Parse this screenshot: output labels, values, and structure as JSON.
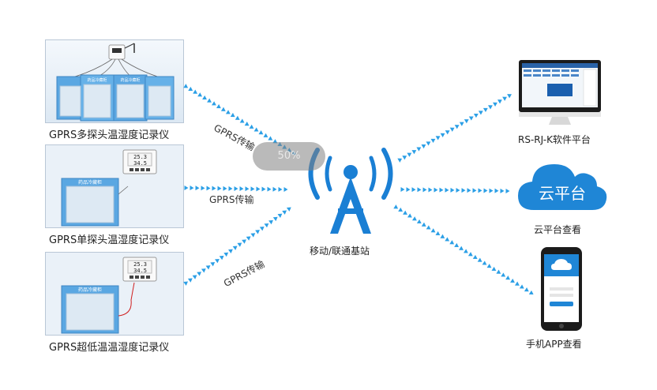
{
  "devices": [
    {
      "label": "GPRS多探头温湿度记录仪"
    },
    {
      "label": "GPRS单探头温湿度记录仪"
    },
    {
      "label": "GPRS超低温温湿度记录仪"
    }
  ],
  "device_screens": {
    "reading_temp": "25.3",
    "reading_hum": "34.5",
    "cabinet_label": "药品冷藏柜"
  },
  "links": {
    "left_top": "GPRS传输",
    "left_mid": "GPRS传输",
    "left_bottom": "GPRS传输"
  },
  "tower": {
    "label": "移动/联通基站"
  },
  "overlay": {
    "progress_text": "50%"
  },
  "targets": [
    {
      "label": "RS-RJ-K软件平台"
    },
    {
      "label": "云平台查看",
      "cloud_text": "云平台"
    },
    {
      "label": "手机APP查看"
    }
  ],
  "colors": {
    "accent": "#1a7fd4",
    "arrow": "#2b9fe6",
    "cabinet": "#5aa7e2",
    "cloud": "#1f86d6"
  }
}
